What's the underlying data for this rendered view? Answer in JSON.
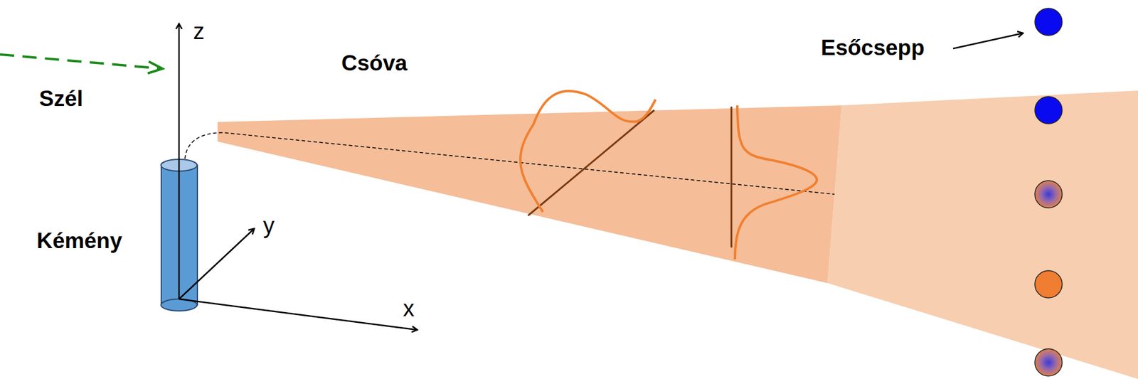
{
  "diagram": {
    "labels": [
      "z",
      "Szél",
      "Csóva",
      "Esőcsepp",
      "Kémény",
      "y",
      "x"
    ]
  }
}
